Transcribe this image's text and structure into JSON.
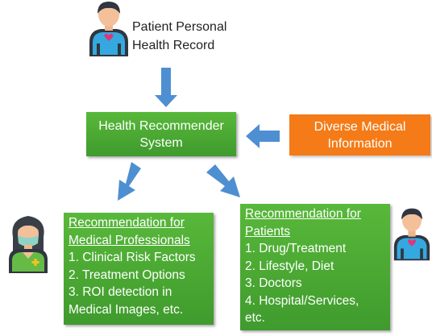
{
  "colors": {
    "arrow": "#4e8fd1",
    "green_box": "#4aa832",
    "orange_box": "#f47b17",
    "text_on_box": "#ffffff",
    "label_text": "#222222"
  },
  "icons": {
    "top_patient": "patient-icon",
    "professional": "medical-professional-icon",
    "right_patient": "patient-icon"
  },
  "record": {
    "line1": "Patient Personal",
    "line2": "Health Record"
  },
  "recommender": {
    "line1": "Health Recommender",
    "line2": "System"
  },
  "diverse": {
    "line1": "Diverse Medical",
    "line2": "Information"
  },
  "professionals": {
    "heading_line1": "Recommendation for",
    "heading_line2": "Medical Professionals",
    "items": [
      "1. Clinical Risk Factors",
      "2. Treatment Options",
      "3. ROI detection in",
      "Medical Images, etc."
    ]
  },
  "patients": {
    "heading_line1": "Recommendation for",
    "heading_line2": "Patients",
    "items": [
      "1. Drug/Treatment",
      "2. Lifestyle, Diet",
      "3. Doctors",
      "4. Hospital/Services,",
      "etc."
    ]
  }
}
